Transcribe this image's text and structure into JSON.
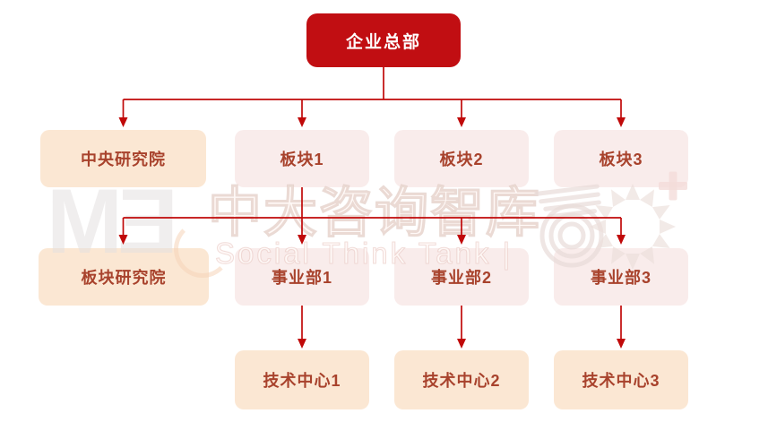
{
  "diagram": {
    "type": "org-chart",
    "nodes": [
      {
        "id": "hq",
        "label": "企业总部",
        "level": 1,
        "variant": "primary"
      },
      {
        "id": "central-institute",
        "label": "中央研究院",
        "level": 2,
        "variant": "peach"
      },
      {
        "id": "segment-1",
        "label": "板块1",
        "level": 2,
        "variant": "pink"
      },
      {
        "id": "segment-2",
        "label": "板块2",
        "level": 2,
        "variant": "pink"
      },
      {
        "id": "segment-3",
        "label": "板块3",
        "level": 2,
        "variant": "pink"
      },
      {
        "id": "segment-institute",
        "label": "板块研究院",
        "level": 3,
        "variant": "peach"
      },
      {
        "id": "division-1",
        "label": "事业部1",
        "level": 3,
        "variant": "pink"
      },
      {
        "id": "division-2",
        "label": "事业部2",
        "level": 3,
        "variant": "pink"
      },
      {
        "id": "division-3",
        "label": "事业部3",
        "level": 3,
        "variant": "pink"
      },
      {
        "id": "tech-center-1",
        "label": "技术中心1",
        "level": 4,
        "variant": "peach"
      },
      {
        "id": "tech-center-2",
        "label": "技术中心2",
        "level": 4,
        "variant": "peach"
      },
      {
        "id": "tech-center-3",
        "label": "技术中心3",
        "level": 4,
        "variant": "peach"
      }
    ],
    "edges": [
      {
        "from": "hq",
        "to": "central-institute"
      },
      {
        "from": "hq",
        "to": "segment-1"
      },
      {
        "from": "hq",
        "to": "segment-2"
      },
      {
        "from": "hq",
        "to": "segment-3"
      },
      {
        "from": "segment-1",
        "to": "segment-institute"
      },
      {
        "from": "segment-1",
        "to": "division-1"
      },
      {
        "from": "segment-1",
        "to": "division-2"
      },
      {
        "from": "segment-1",
        "to": "division-3"
      },
      {
        "from": "division-1",
        "to": "tech-center-1"
      },
      {
        "from": "division-2",
        "to": "tech-center-2"
      },
      {
        "from": "division-3",
        "to": "tech-center-3"
      }
    ]
  },
  "watermark": {
    "logo_text": "MƎ",
    "cn_text": "中大咨询智库",
    "en_text": "Social Think Tank |"
  },
  "colors": {
    "root_box_fill": "#C10E12",
    "root_box_text": "#FFFFFF",
    "peach_box_fill": "#FBE7D3",
    "pink_box_fill": "#F9ECEB",
    "box_text": "#A8422C",
    "connector": "#C00909",
    "background": "#FFFFFF"
  }
}
